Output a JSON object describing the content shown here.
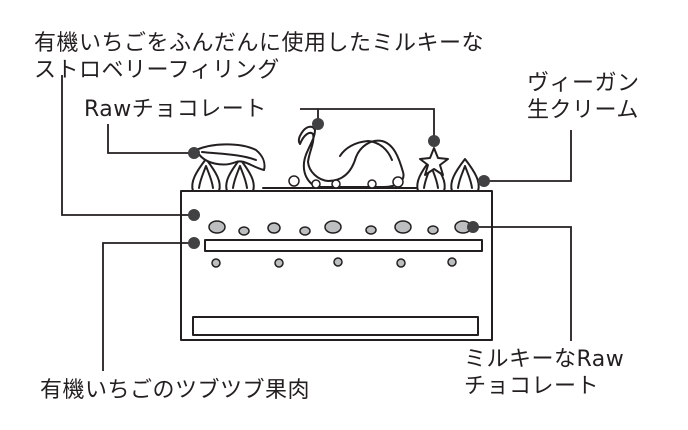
{
  "labels": {
    "strawberry_filling": {
      "line1": "有機いちごをふんだんに使用したミルキーな",
      "line2": "ストロベリーフィリング"
    },
    "raw_chocolate": "Rawチョコレート",
    "vegan_cream": {
      "line1": "ヴィーガン",
      "line2": "生クリーム"
    },
    "milky_raw_chocolate": {
      "line1": "ミルキーなRaw",
      "line2": "チョコレート"
    },
    "strawberry_pulp": "有機いちごのツブツブ果肉"
  },
  "colors": {
    "line": "#231f20",
    "dot": "#414042",
    "fill_gray": "#bcbec0"
  }
}
